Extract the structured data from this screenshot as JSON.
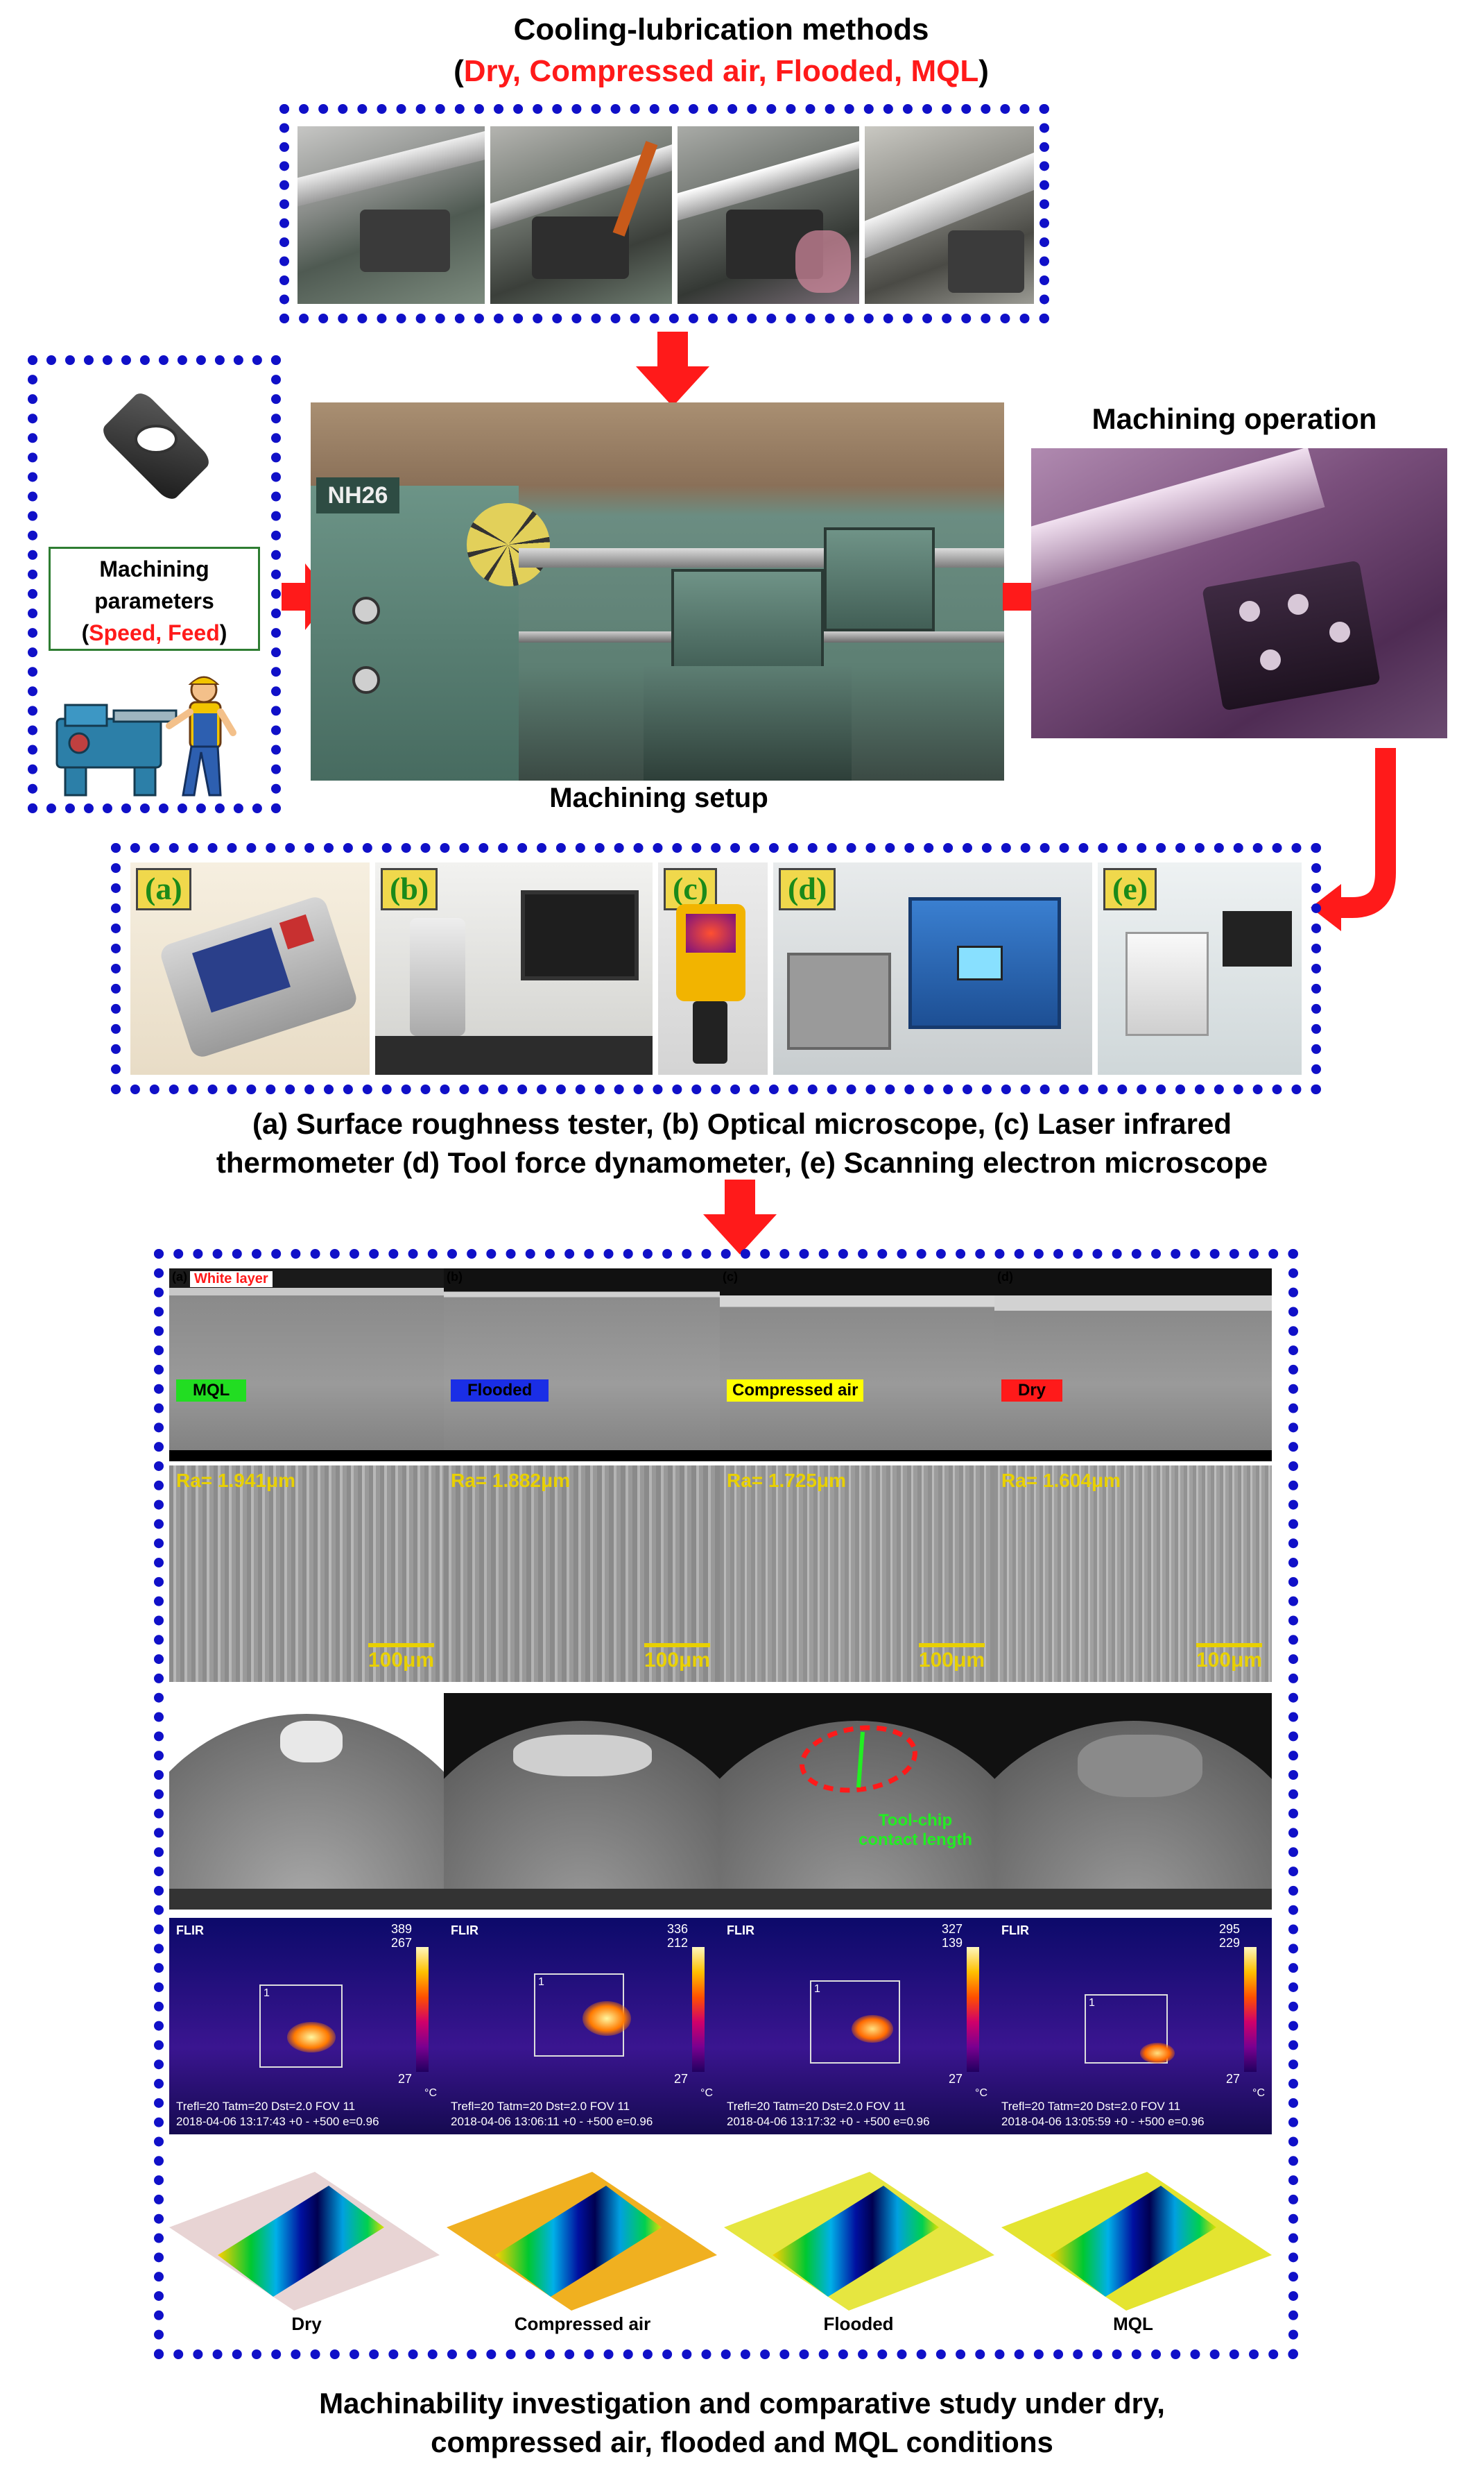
{
  "top": {
    "title": "Cooling-lubrication methods",
    "methods_open": "(",
    "methods": "Dry, Compressed air, Flooded, MQL",
    "methods_close": ")"
  },
  "left_panel": {
    "params_line1": "Machining",
    "params_line2": "parameters",
    "params_open": "(",
    "params_values": "Speed, Feed",
    "params_close": ")"
  },
  "center": {
    "machine_plate": "NH26",
    "caption": "Machining setup"
  },
  "right": {
    "caption": "Machining operation"
  },
  "instruments": {
    "badges": [
      "(a)",
      "(b)",
      "(c)",
      "(d)",
      "(e)"
    ],
    "caption_line1": "(a) Surface roughness tester, (b) Optical microscope, (c) Laser infrared",
    "caption_line2": "thermometer (d) Tool force dynamometer, (e) Scanning electron microscope"
  },
  "results": {
    "sem_letters": [
      "(a)",
      "(b)",
      "(c)",
      "(d)"
    ],
    "white_layer": "White layer",
    "sem_labels": [
      "MQL",
      "Flooded",
      "Compressed air",
      "Dry"
    ],
    "sem_label_colors": [
      "#22dd22",
      "#1a2ee6",
      "#ffff00",
      "#ff1a1a"
    ],
    "ra_values": [
      "Ra= 1.941μm",
      "Ra= 1.882μm",
      "Ra= 1.725μm",
      "Ra= 1.604μm"
    ],
    "scale_bar": "100μm",
    "tool_chip": "Tool-chip\ncontact length",
    "flir_brand": "FLIR",
    "thermal_max": [
      "389",
      "336",
      "327",
      "295"
    ],
    "thermal_bar_top": [
      "267",
      "212",
      "139",
      "229"
    ],
    "thermal_min": "27",
    "thermal_unit": "°C",
    "thermal_roi": "1",
    "thermal_line1": "Trefl=20 Tatm=20 Dst=2.0 FOV 11",
    "thermal_line2": [
      "2018-04-06 13:17:43 +0 - +500 e=0.96",
      "2018-04-06 13:06:11 +0 - +500 e=0.96",
      "2018-04-06 13:17:32 +0 - +500 e=0.96",
      "2018-04-06 13:05:59 +0 - +500 e=0.96"
    ],
    "profile_labels": [
      "Dry",
      "Compressed air",
      "Flooded",
      "MQL"
    ]
  },
  "bottom": {
    "caption_line1": "Machinability investigation and comparative study under dry,",
    "caption_line2": "compressed air, flooded and MQL conditions"
  }
}
